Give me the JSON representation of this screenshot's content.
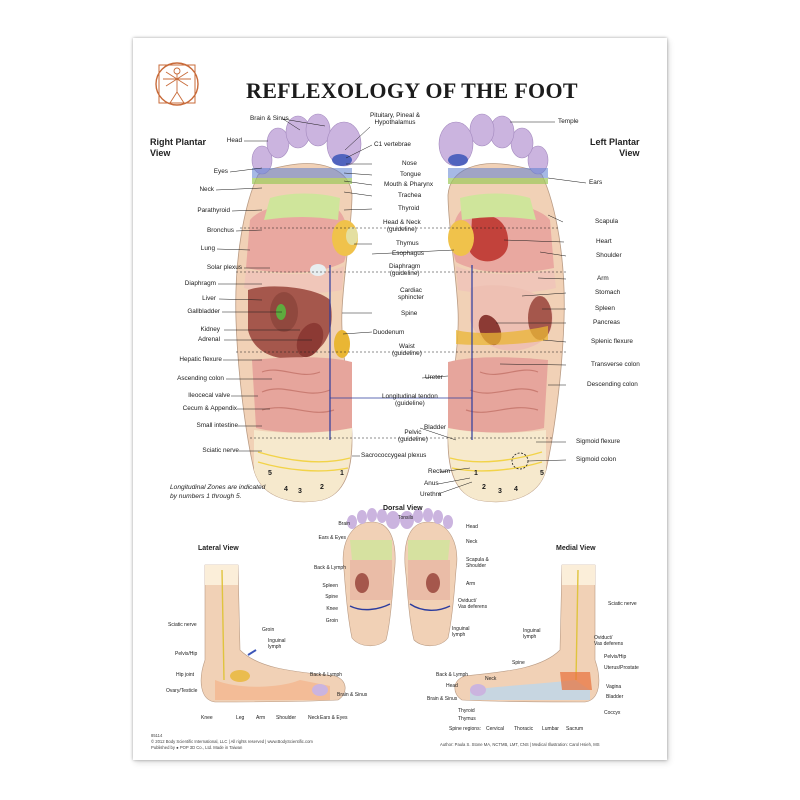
{
  "title": "REFLEXOLOGY OF THE FOOT",
  "views": {
    "right_plantar": "Right Plantar\nView",
    "left_plantar": "Left Plantar\nView",
    "dorsal": "Dorsal View",
    "lateral": "Lateral View",
    "medial": "Medial View"
  },
  "right_labels": [
    "Head",
    "Brain & Sinus",
    "Eyes",
    "Neck",
    "Parathyroid",
    "Bronchus",
    "Lung",
    "Solar plexus",
    "Diaphragm",
    "Liver",
    "Gallbladder",
    "Kidney",
    "Adrenal",
    "Hepatic flexure",
    "Ascending colon",
    "Ileocecal valve",
    "Cecum & Appendix",
    "Small intestine",
    "Sciatic nerve"
  ],
  "center_labels": [
    "Pituitary, Pineal &\nHypothalamus",
    "C1 vertebrae",
    "Nose",
    "Tongue",
    "Mouth & Pharynx",
    "Trachea",
    "Thyroid",
    "Head & Neck\n(guideline)",
    "Thymus",
    "Esophagus",
    "Diaphragm\n(guideline)",
    "Cardiac\nsphincter",
    "Spine",
    "Duodenum",
    "Waist\n(guideline)",
    "Ureter",
    "Longitudinal tendon\n(guideline)",
    "Bladder",
    "Pelvic\n(guideline)",
    "Sacrococcygeal plexus",
    "Rectum",
    "Anus",
    "Urethra"
  ],
  "left_labels": [
    "Temple",
    "Ears",
    "Scapula",
    "Heart",
    "Shoulder",
    "Arm",
    "Stomach",
    "Spleen",
    "Pancreas",
    "Splenic flexure",
    "Transverse colon",
    "Descending colon",
    "Sigmoid flexure",
    "Sigmoid colon"
  ],
  "note": "Longitudinal Zones are indicated by numbers 1 through 5.",
  "zones_right": [
    "5",
    "4",
    "3",
    "2",
    "1"
  ],
  "zones_left": [
    "1",
    "2",
    "3",
    "4",
    "5"
  ],
  "dorsal_left_labels": [
    "Brain",
    "Ears & Eyes",
    "Back & Lymph",
    "Spleen",
    "Spine",
    "Knee",
    "Groin"
  ],
  "dorsal_right_labels": [
    "Tonsils",
    "Head",
    "Neck",
    "Scapula &\nShoulder",
    "Arm",
    "Oviduct/\nVas deferens",
    "Inguinal\nlymph"
  ],
  "lateral_labels": [
    "Sciatic nerve",
    "Groin",
    "Inguinal\nlymph",
    "Pelvis/Hip",
    "Hip joint",
    "Ovary/Testicle",
    "Knee",
    "Leg",
    "Arm",
    "Shoulder",
    "Neck",
    "Ears & Eyes",
    "Back & Lymph",
    "Brain & Sinus"
  ],
  "medial_labels": [
    "Sciatic nerve",
    "Inguinal\nlymph",
    "Oviduct/\nVas deferens",
    "Pelvis/Hip",
    "Uterus/Prostate",
    "Vagina",
    "Bladder",
    "Coccyx",
    "Spine",
    "Neck",
    "Back & Lymph",
    "Head",
    "Brain & Sinus",
    "Thyroid",
    "Thymus",
    "Spine regions:",
    "Cervical",
    "Thoracic",
    "Lumbar",
    "Sacrum"
  ],
  "footer": {
    "code": "85114",
    "copyright": "© 2012 Body Scientific International, LLC | All rights reserved | www.BodyScientific.com",
    "publisher": "Published by ● POP 3D Co., Ltd. Made in Taiwan",
    "credits": "Author: Paula S. Stone MA, NCTMB, LMT, CNS | Medical Illustration: Carol Hsieh, MS"
  },
  "colors": {
    "liver": "#a5574c",
    "lung": "#e9a8a0",
    "intestine": "#e6a59c",
    "heel": "#f6e9cd",
    "toe": "#cbb4df",
    "zone_line": "#2b3c9e",
    "guideline": "#1a1a1a"
  }
}
